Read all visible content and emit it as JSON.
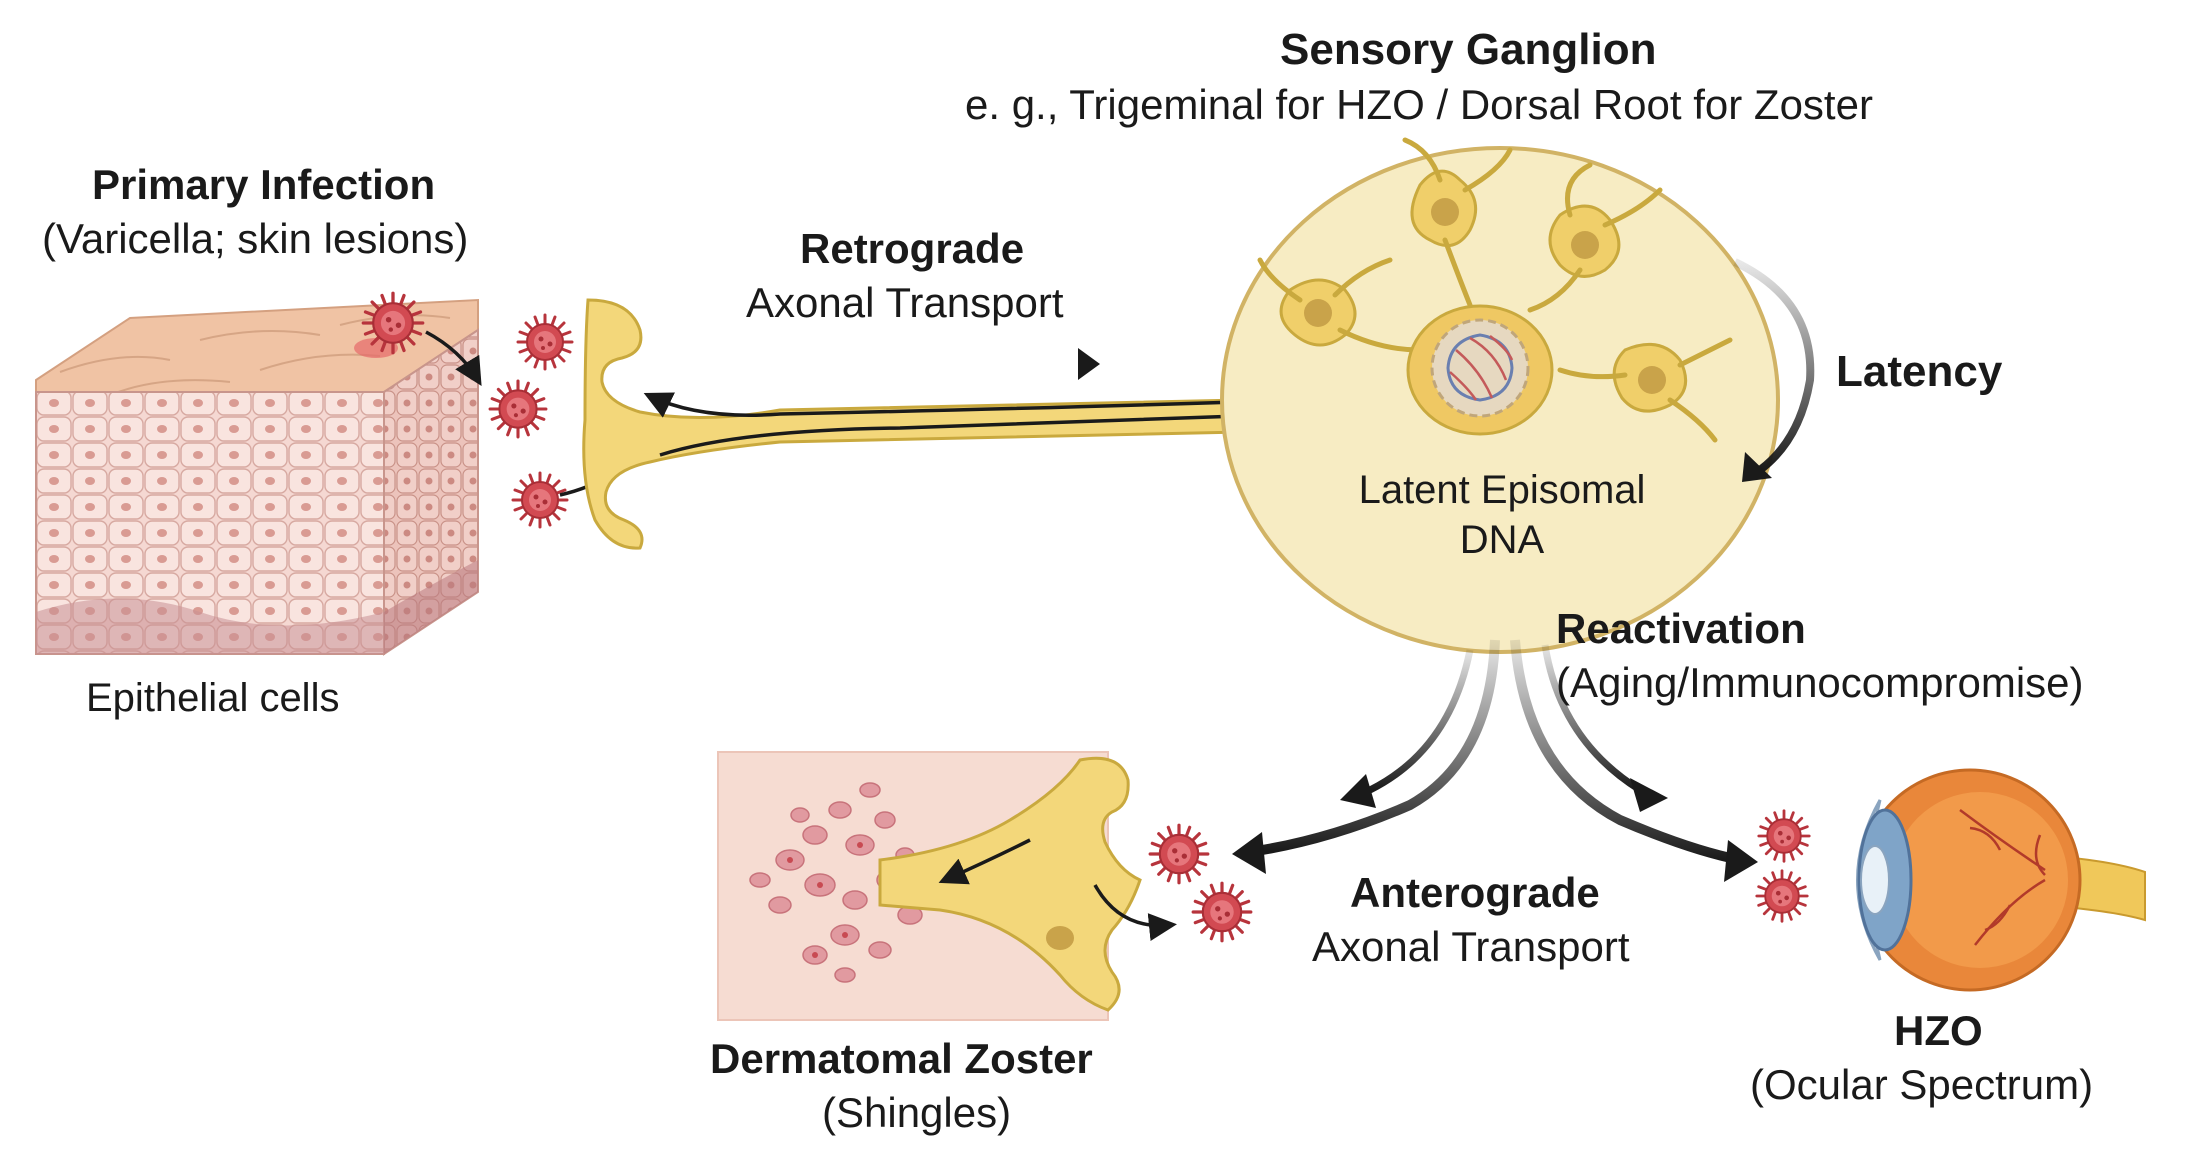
{
  "ganglion": {
    "title": "Sensory Ganglion",
    "subtitle": "e. g., Trigeminal for HZO / Dorsal Root for Zoster",
    "inner_label_line1": "Latent Episomal",
    "inner_label_line2": "DNA"
  },
  "primary_infection": {
    "title": "Primary Infection",
    "subtitle": "(Varicella; skin lesions)",
    "tissue_label": "Epithelial cells"
  },
  "retrograde": {
    "title": "Retrograde",
    "subtitle": "Axonal Transport"
  },
  "latency": {
    "label": "Latency"
  },
  "reactivation": {
    "title": "Reactivation",
    "subtitle": "(Aging/Immunocompromise)"
  },
  "anterograde": {
    "title": "Anterograde",
    "subtitle": "Axonal Transport"
  },
  "zoster": {
    "title": "Dermatomal Zoster",
    "subtitle": "(Shingles)"
  },
  "hzo": {
    "title": "HZO",
    "subtitle": "(Ocular Spectrum)"
  },
  "colors": {
    "neuron": "#f3d77a",
    "neuron_outline": "#c9a93e",
    "ganglion_fill": "#f7ecc3",
    "virus": "#c9434a",
    "skin_top": "#eebfa0",
    "skin_cells": "#f4d3cd",
    "arrow": "#1a1a1a"
  }
}
